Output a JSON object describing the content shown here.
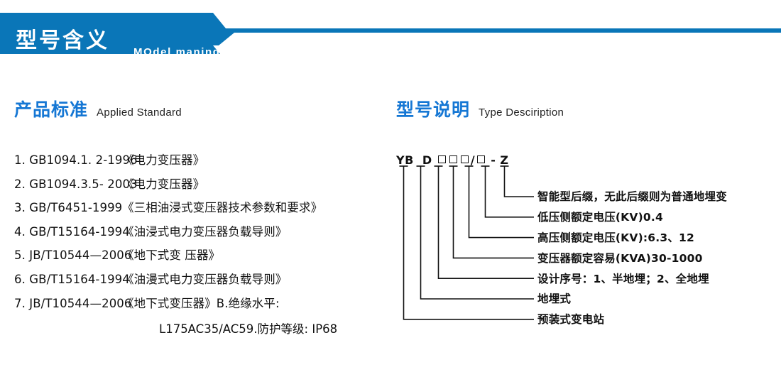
{
  "banner": {
    "title": "型号含义",
    "subtitle": "MOdel maning",
    "bg_color": "#0a76b8"
  },
  "sections": {
    "left": {
      "cn": "产品标准",
      "en": "Applied Standard",
      "accent": "#1577d4"
    },
    "right": {
      "cn": "型号说明",
      "en": "Type Desciription",
      "accent": "#1577d4"
    }
  },
  "standards": [
    {
      "num": "1. GB1094.1. 2-1996",
      "name": "《电力变压器》"
    },
    {
      "num": "2. GB1094.3.5- 2003",
      "name": "《电力变压器》"
    },
    {
      "num": "3. GB/T6451-1999",
      "name": "《三相油浸式变压器技术参数和要求》"
    },
    {
      "num": "4. GB/T15164-1994",
      "name": "《油浸式电力变压器负载导则》"
    },
    {
      "num": "5. JB/T10544—2006",
      "name": "《地下式变 压器》"
    },
    {
      "num": "6. GB/T15164-1994",
      "name": "《油漫式电力变压器负载导则》"
    },
    {
      "num": "7. JB/T10544—2006",
      "name": "《地下式变压器》B.绝缘水平:"
    }
  ],
  "standards_continuation": "L175AC35/AC59.防护等级: IP68",
  "type_code": {
    "prefix1": "YB",
    "prefix2": "D",
    "slash": "/",
    "dash": "-",
    "suffix": "Z",
    "box_glyph": "□",
    "boxes_before_slash": 3,
    "boxes_after_slash": 1
  },
  "type_descriptions": [
    "智能型后缀，无此后缀则为普通地埋变",
    "低压侧额定电压(KV)0.4",
    "高压侧额定电压(KV):6.3、12",
    "变压器额定容易(KVA)30-1000",
    "设计序号：1、半地埋；2、全地埋",
    "地埋式",
    "预装式变电站"
  ]
}
